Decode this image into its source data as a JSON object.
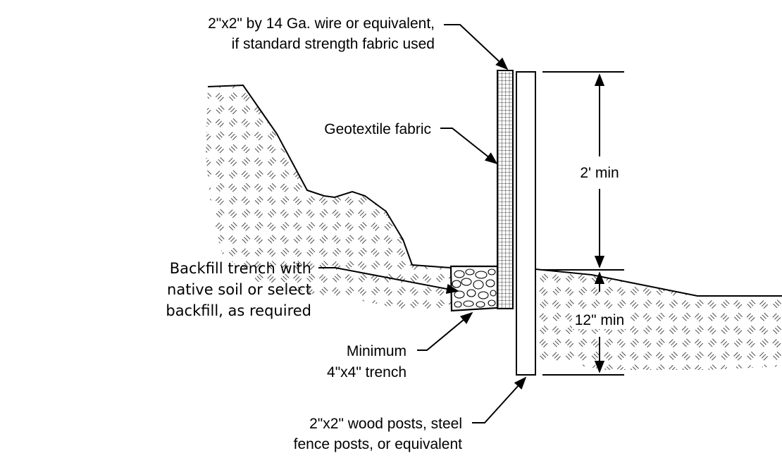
{
  "labels": {
    "wire": [
      "2\"x2\" by 14 Ga. wire or equivalent,",
      "if standard strength fabric used"
    ],
    "geotextile": "Geotextile fabric",
    "backfill": [
      "Backfill trench with",
      "native soil or select",
      "backfill, as required"
    ],
    "trench": [
      "Minimum",
      "4\"x4\" trench"
    ],
    "posts": [
      "2\"x2\" wood posts, steel",
      "fence posts, or equivalent"
    ]
  },
  "dimensions": {
    "above_ground": "2' min",
    "embedment": "12\" min"
  }
}
